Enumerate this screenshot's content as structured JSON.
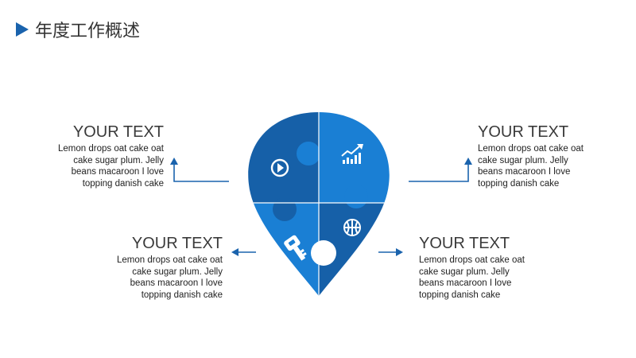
{
  "header": {
    "title": "年度工作概述",
    "icon": "play-triangle-icon"
  },
  "items": [
    {
      "heading": "YOUR TEXT",
      "lines": [
        "Lemon drops oat cake oat",
        "cake sugar plum. Jelly",
        "beans macaroon I love",
        "topping danish cake"
      ]
    },
    {
      "heading": "YOUR TEXT",
      "lines": [
        "Lemon drops oat cake oat",
        "cake sugar plum. Jelly",
        "beans macaroon I love",
        "topping danish cake"
      ]
    },
    {
      "heading": "YOUR TEXT",
      "lines": [
        "Lemon drops oat cake oat",
        "cake sugar plum. Jelly",
        "beans macaroon I love",
        "topping danish cake"
      ]
    },
    {
      "heading": "YOUR TEXT",
      "lines": [
        "Lemon drops oat cake oat",
        "cake sugar plum. Jelly",
        "beans macaroon I love",
        "topping danish cake"
      ]
    }
  ],
  "puzzle_icons": [
    "play-icon",
    "growth-chart-icon",
    "key-icon",
    "basketball-icon"
  ],
  "colors": {
    "dark_blue": "#1660a8",
    "light_blue": "#1a7fd4",
    "accent": "#1a63ad",
    "arrow": "#1a63ad"
  }
}
